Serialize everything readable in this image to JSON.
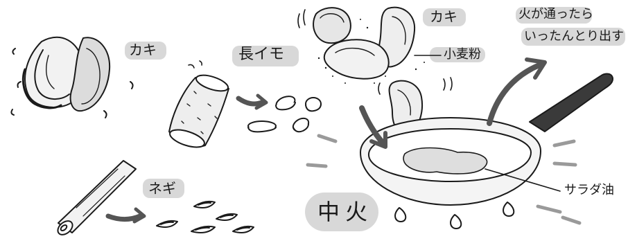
{
  "labels": {
    "oyster_left": "カキ",
    "oyster_right": "カキ",
    "yam": "長イモ",
    "leek": "ネギ",
    "flour": "小麦粉",
    "oil": "サラダ油",
    "heat": "中火",
    "note_line1": "火が通ったら",
    "note_line2": "いったんとり出す"
  },
  "colors": {
    "ink": "#1a1a1a",
    "highlight": "#d8d8d8",
    "arrow": "#555555",
    "handle": "#3a3a3a",
    "pan": "#f4f4f4"
  }
}
